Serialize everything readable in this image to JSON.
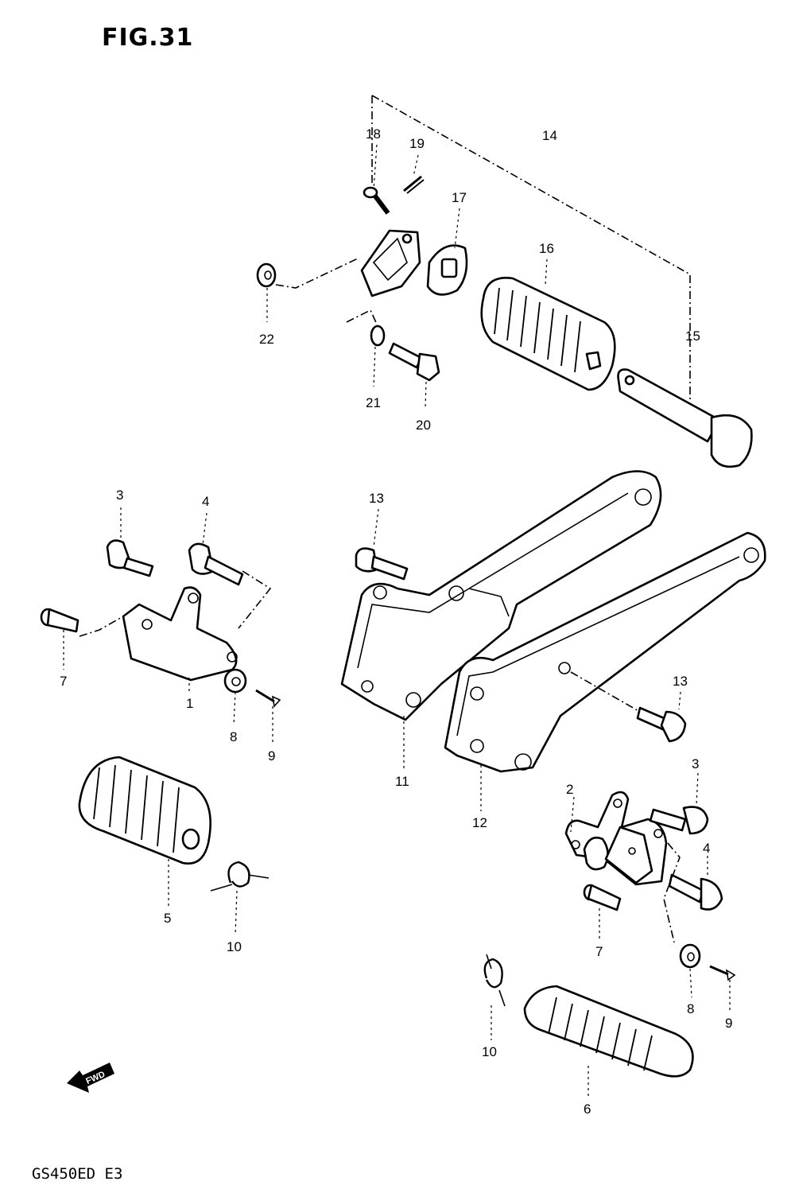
{
  "figure": {
    "title": "FIG.31",
    "model_code": "GS450ED  E3",
    "direction_label": "FWD"
  },
  "callouts": {
    "p1": "1",
    "p2": "2",
    "p3a": "3",
    "p3b": "3",
    "p4a": "4",
    "p4b": "4",
    "p5": "5",
    "p6": "6",
    "p7a": "7",
    "p7b": "7",
    "p8a": "8",
    "p8b": "8",
    "p9a": "9",
    "p9b": "9",
    "p10a": "10",
    "p10b": "10",
    "p11": "11",
    "p12": "12",
    "p13a": "13",
    "p13b": "13",
    "p14": "14",
    "p15": "15",
    "p16": "16",
    "p17": "17",
    "p18": "18",
    "p19": "19",
    "p20": "20",
    "p21": "21",
    "p22": "22"
  }
}
